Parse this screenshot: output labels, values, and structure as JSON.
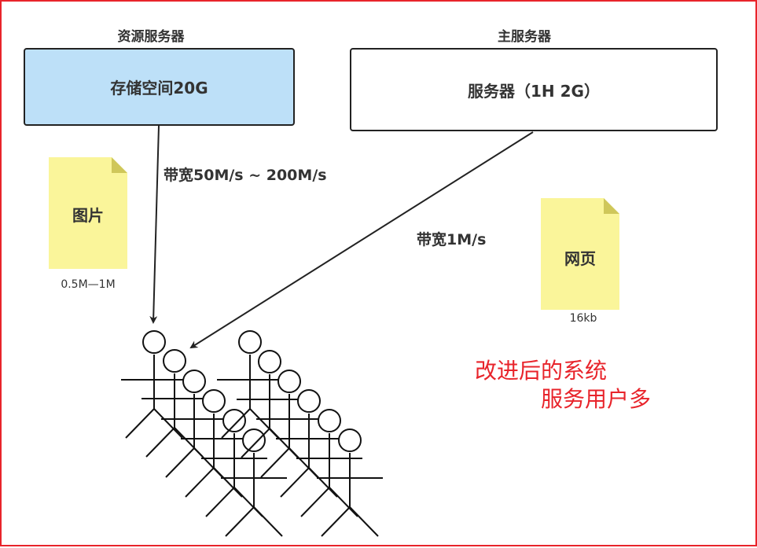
{
  "resource_server": {
    "title": "资源服务器",
    "box_label": "存储空间20G",
    "fill": "#bde0f8"
  },
  "main_server": {
    "title": "主服务器",
    "box_label": "服务器（1H  2G）"
  },
  "links": {
    "resource_bandwidth": "带宽50M/s ~ 200M/s",
    "main_bandwidth": "带宽1M/s"
  },
  "image_note": {
    "label": "图片",
    "size": "0.5M—1M",
    "fill": "#faf59a"
  },
  "page_note": {
    "label": "网页",
    "size": "16kb",
    "fill": "#faf59a"
  },
  "remark": {
    "line1": "改进后的系统",
    "line2": "服务用户多",
    "color": "#e8242b"
  },
  "icons": {
    "users": "stick-figure-crowd-icon",
    "note": "document-note-icon"
  }
}
